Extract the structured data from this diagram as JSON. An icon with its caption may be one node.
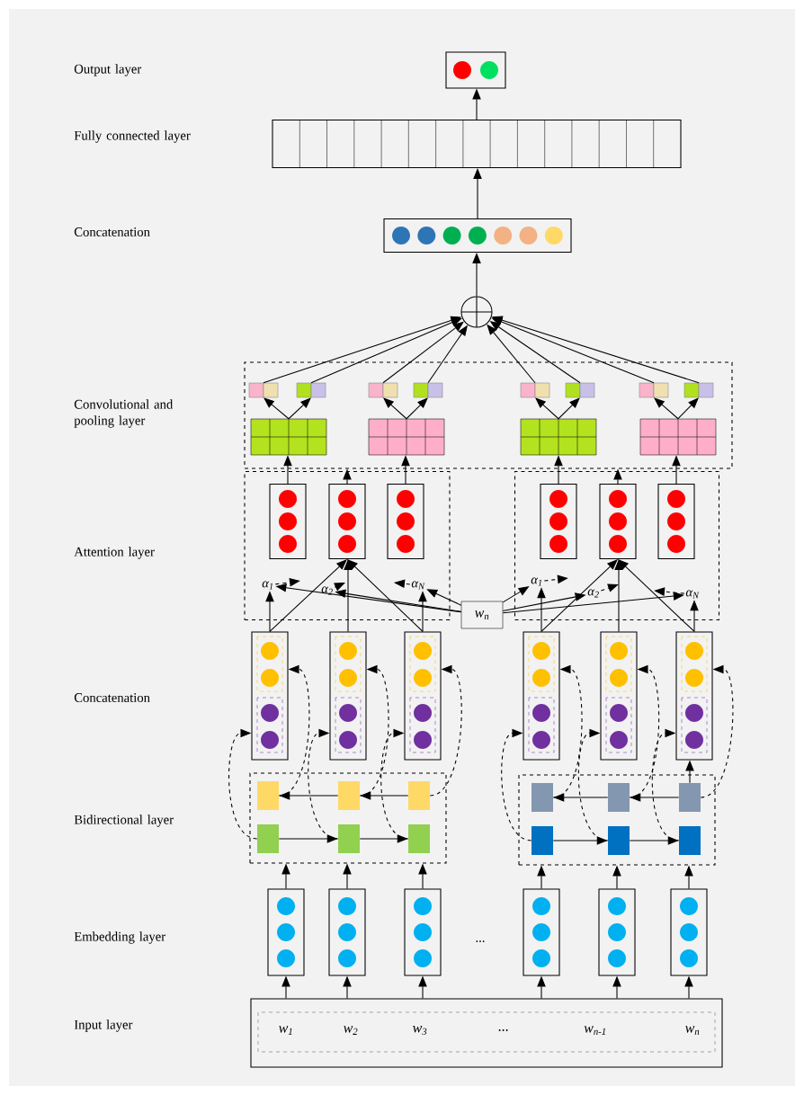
{
  "diagram": {
    "nodes": [
      {
        "text": [],
        "shape": "box"
      },
      {
        "text": [],
        "shape": "bar"
      },
      {
        "text": [],
        "shape": "box"
      },
      {
        "text": [],
        "shape": "circle"
      },
      {
        "text": [],
        "shape": "box"
      },
      {
        "text": [],
        "shape": "box",
        "in": 4
      },
      {
        "text": [],
        "shape": "box",
        "in": 4
      },
      {
        "text": [],
        "shape": "box",
        "in": 4
      },
      {
        "text": [],
        "shape": "box",
        "in": 4
      },
      {
        "text": [],
        "shape": "box",
        "in": 4
      },
      {
        "text": [],
        "shape": "box",
        "in": 4
      },
      {
        "text": [],
        "shape": "box",
        "in": 4
      },
      {
        "text": [],
        "shape": "box",
        "in": 4
      },
      {
        "text": [],
        "shape": "box",
        "in": 4
      },
      {
        "text": [],
        "shape": "box",
        "in": 4
      },
      {
        "text": [],
        "shape": "box",
        "in": 4
      },
      {
        "text": [],
        "shape": "box",
        "in": 4
      },
      {
        "text": [],
        "shape": "box"
      },
      {
        "text": [],
        "shape": "box"
      },
      {
        "text": [],
        "shape": "box",
        "in": 17
      },
      {
        "text": [],
        "shape": "box",
        "in": 17
      },
      {
        "text": [],
        "shape": "box",
        "in": 17
      },
      {
        "text": [],
        "shape": "box",
        "in": 18
      },
      {
        "text": [],
        "shape": "box",
        "in": 18
      },
      {
        "text": [],
        "shape": "box",
        "in": 18
      },
      {
        "text": [
          "α$_{1}$"
        ],
        "in": 17
      },
      {
        "text": [
          "α$_{2}$"
        ],
        "in": 17
      },
      {
        "text": [
          "α$_{N}$"
        ],
        "in": 17
      },
      {
        "text": [
          "α$_{1}$"
        ],
        "in": 18
      },
      {
        "text": [
          "α$_{2}$"
        ],
        "in": 18
      },
      {
        "text": [
          "α$_{N}$"
        ],
        "in": 18
      },
      {
        "text": [
          "w$_{n}$"
        ]
      },
      {
        "text": [],
        "shape": "box"
      },
      {
        "text": [],
        "shape": "box"
      },
      {
        "text": [],
        "shape": "box"
      },
      {
        "text": [],
        "shape": "box"
      },
      {
        "text": [],
        "shape": "box"
      },
      {
        "text": [],
        "shape": "box"
      },
      {
        "text": [],
        "shape": "box"
      },
      {
        "text": [],
        "shape": "box"
      },
      {
        "text": [],
        "shape": "box",
        "in": 38
      },
      {
        "text": [],
        "shape": "box",
        "in": 38
      },
      {
        "text": [],
        "shape": "box",
        "in": 38
      },
      {
        "text": [],
        "shape": "box",
        "in": 38
      },
      {
        "text": [],
        "shape": "box",
        "in": 38
      },
      {
        "text": [],
        "shape": "box",
        "in": 38
      },
      {
        "text": [],
        "shape": "box",
        "in": 39
      },
      {
        "text": [],
        "shape": "box",
        "in": 39
      },
      {
        "text": [],
        "shape": "box",
        "in": 39
      },
      {
        "text": [],
        "shape": "box",
        "in": 39
      },
      {
        "text": [],
        "shape": "box",
        "in": 39
      },
      {
        "text": [],
        "shape": "box",
        "in": 39
      },
      {
        "text": [],
        "shape": "box"
      },
      {
        "text": [],
        "shape": "box"
      },
      {
        "text": [],
        "shape": "box"
      },
      {
        "text": [],
        "shape": "box"
      },
      {
        "text": [],
        "shape": "box"
      },
      {
        "text": [],
        "shape": "box"
      },
      {
        "text": [
          "w$_{1}$",
          "w$_{2}$",
          "w$_{3}$",
          "...",
          "w$_{n-1}$",
          "w$_{n}$"
        ]
      }
    ],
    "edges": [
      {
        "from": 1,
        "to": 0,
        "arrow": "to"
      },
      {
        "from": 2,
        "to": 1,
        "arrow": "to"
      },
      {
        "from": 3,
        "to": 2,
        "arrow": "to"
      },
      {
        "from": 9,
        "to": 3,
        "arrow": "to"
      },
      {
        "from": 10,
        "to": 3,
        "arrow": "to"
      },
      {
        "from": 11,
        "to": 3,
        "arrow": "to"
      },
      {
        "from": 12,
        "to": 3,
        "arrow": "to"
      },
      {
        "from": 13,
        "to": 3,
        "arrow": "to"
      },
      {
        "from": 14,
        "to": 3,
        "arrow": "to"
      },
      {
        "from": 15,
        "to": 3,
        "arrow": "to"
      },
      {
        "from": 16,
        "to": 3,
        "arrow": "to"
      },
      {
        "from": 5,
        "to": 9,
        "arrow": "to"
      },
      {
        "from": 5,
        "to": 10,
        "arrow": "to"
      },
      {
        "from": 6,
        "to": 11,
        "arrow": "to"
      },
      {
        "from": 6,
        "to": 12,
        "arrow": "to"
      },
      {
        "from": 7,
        "to": 13,
        "arrow": "to"
      },
      {
        "from": 7,
        "to": 14,
        "arrow": "to"
      },
      {
        "from": 8,
        "to": 15,
        "arrow": "to"
      },
      {
        "from": 8,
        "to": 16,
        "arrow": "to"
      },
      {
        "from": 19,
        "to": 5,
        "arrow": "to"
      },
      {
        "from": 20,
        "to": 4,
        "arrow": "to"
      },
      {
        "from": 21,
        "to": 6,
        "arrow": "to"
      },
      {
        "from": 22,
        "to": 7,
        "arrow": "to"
      },
      {
        "from": 23,
        "to": 4,
        "arrow": "to"
      },
      {
        "from": 24,
        "to": 8,
        "arrow": "to"
      },
      {
        "from": 32,
        "to": 20,
        "arrow": "to"
      },
      {
        "from": 33,
        "to": 20,
        "arrow": "to"
      },
      {
        "from": 34,
        "to": 20,
        "arrow": "to"
      },
      {
        "from": 35,
        "to": 23,
        "arrow": "to"
      },
      {
        "from": 36,
        "to": 23,
        "arrow": "to"
      },
      {
        "from": 37,
        "to": 23,
        "arrow": "to"
      },
      {
        "from": 32,
        "to": 25,
        "arrow": "to"
      },
      {
        "from": 34,
        "to": 27,
        "arrow": "to"
      },
      {
        "from": 35,
        "to": 28,
        "arrow": "to"
      },
      {
        "from": 37,
        "to": 30,
        "arrow": "to"
      },
      {
        "from": 31,
        "to": 25,
        "arrow": "to"
      },
      {
        "from": 31,
        "to": 26,
        "arrow": "to"
      },
      {
        "from": 31,
        "to": 27,
        "arrow": "to"
      },
      {
        "from": 31,
        "to": 28,
        "arrow": "to"
      },
      {
        "from": 31,
        "to": 29,
        "arrow": "to"
      },
      {
        "from": 31,
        "to": 30,
        "arrow": "to"
      },
      {
        "from": 25,
        "to": null,
        "arrow": "to",
        "style": "dashed"
      },
      {
        "from": 26,
        "to": null,
        "arrow": "to",
        "style": "dashed"
      },
      {
        "from": 27,
        "to": null,
        "arrow": "to",
        "style": "dashed"
      },
      {
        "from": 28,
        "to": null,
        "arrow": "to",
        "style": "dashed"
      },
      {
        "from": 29,
        "to": null,
        "arrow": "to",
        "style": "dashed"
      },
      {
        "from": 30,
        "to": null,
        "arrow": "to",
        "style": "dashed"
      },
      {
        "from": 42,
        "to": 41,
        "arrow": "to"
      },
      {
        "from": 41,
        "to": 40,
        "arrow": "to"
      },
      {
        "from": 43,
        "to": 44,
        "arrow": "to"
      },
      {
        "from": 44,
        "to": 45,
        "arrow": "to"
      },
      {
        "from": 48,
        "to": 47,
        "arrow": "to"
      },
      {
        "from": 47,
        "to": 46,
        "arrow": "to"
      },
      {
        "from": 49,
        "to": 50,
        "arrow": "to"
      },
      {
        "from": 50,
        "to": 51,
        "arrow": "to"
      },
      {
        "from": 40,
        "to": 32,
        "arrow": "to",
        "style": "dashed"
      },
      {
        "from": 41,
        "to": 33,
        "arrow": "to",
        "style": "dashed"
      },
      {
        "from": 42,
        "to": 34,
        "arrow": "to",
        "style": "dashed"
      },
      {
        "from": 43,
        "to": 32,
        "arrow": "to",
        "style": "dashed"
      },
      {
        "from": 44,
        "to": 33,
        "arrow": "to",
        "style": "dashed"
      },
      {
        "from": 45,
        "to": 34,
        "arrow": "to",
        "style": "dashed"
      },
      {
        "from": 46,
        "to": 35,
        "arrow": "to",
        "style": "dashed"
      },
      {
        "from": 47,
        "to": 36,
        "arrow": "to",
        "style": "dashed"
      },
      {
        "from": 48,
        "to": 37,
        "arrow": "to",
        "style": "dashed"
      },
      {
        "from": 49,
        "to": 35,
        "arrow": "to",
        "style": "dashed"
      },
      {
        "from": 50,
        "to": 36,
        "arrow": "to",
        "style": "dashed"
      },
      {
        "from": 51,
        "to": 37,
        "arrow": "to",
        "style": "dashed"
      },
      {
        "from": 48,
        "to": 37,
        "arrow": "to"
      },
      {
        "from": 52,
        "to": 38,
        "arrow": "to"
      },
      {
        "from": 53,
        "to": 38,
        "arrow": "to"
      },
      {
        "from": 54,
        "to": 38,
        "arrow": "to"
      },
      {
        "from": 55,
        "to": 39,
        "arrow": "to"
      },
      {
        "from": 56,
        "to": 39,
        "arrow": "to"
      },
      {
        "from": 57,
        "to": 39,
        "arrow": "to"
      },
      {
        "from": 58,
        "to": 52,
        "arrow": "to"
      },
      {
        "from": 58,
        "to": 53,
        "arrow": "to"
      },
      {
        "from": 58,
        "to": 54,
        "arrow": "to"
      },
      {
        "from": 58,
        "to": 55,
        "arrow": "to"
      },
      {
        "from": 58,
        "to": 56,
        "arrow": "to"
      },
      {
        "from": 58,
        "to": 57,
        "arrow": "to"
      }
    ],
    "labels": [
      "Output layer",
      "Fully connected layer",
      "Concatenation",
      "Convolutional and pooling layer",
      "Attention layer",
      "Concatenation",
      "Bidirectional layer",
      "Embedding layer",
      "Input layer",
      "..."
    ]
  }
}
